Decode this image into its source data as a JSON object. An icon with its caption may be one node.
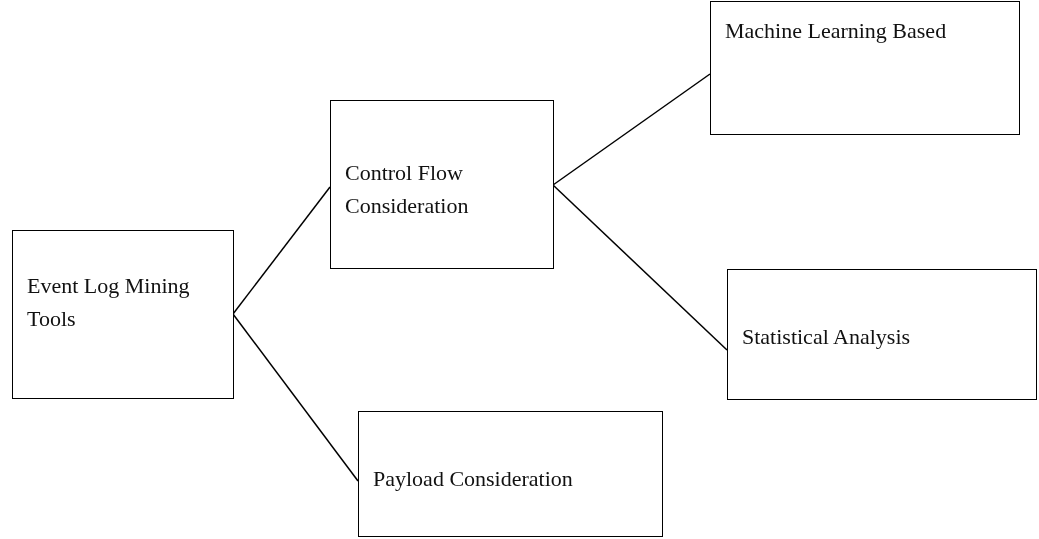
{
  "diagram": {
    "nodes": [
      {
        "text": [
          "Event Log Mining Tools"
        ]
      },
      {
        "text": [
          "Control Flow Consideration"
        ]
      },
      {
        "text": [
          "Payload Consideration"
        ]
      },
      {
        "text": [
          "Machine Learning Based"
        ]
      },
      {
        "text": [
          "Statistical Analysis"
        ]
      }
    ],
    "edges": [
      {
        "from": 0,
        "to": 1,
        "arrow": "none"
      },
      {
        "from": 0,
        "to": 2,
        "arrow": "none"
      },
      {
        "from": 1,
        "to": 3,
        "arrow": "none"
      },
      {
        "from": 1,
        "to": 4,
        "arrow": "none"
      }
    ]
  }
}
